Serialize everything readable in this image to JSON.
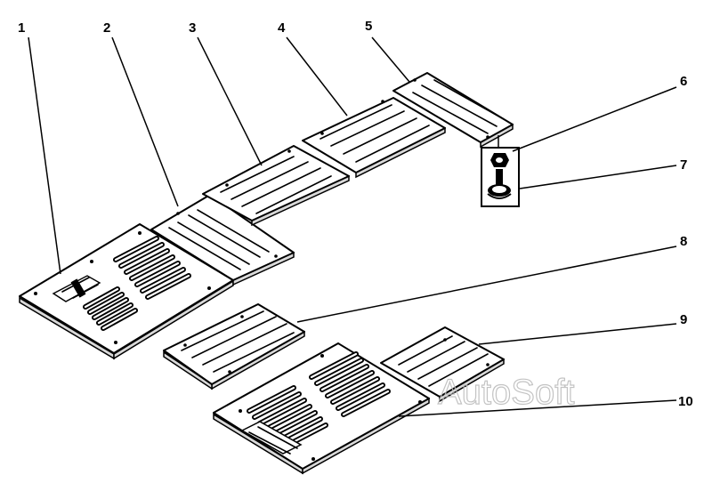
{
  "callouts": [
    {
      "id": "1",
      "label": "1"
    },
    {
      "id": "2",
      "label": "2"
    },
    {
      "id": "3",
      "label": "3"
    },
    {
      "id": "4",
      "label": "4"
    },
    {
      "id": "5",
      "label": "5"
    },
    {
      "id": "6",
      "label": "6"
    },
    {
      "id": "7",
      "label": "7"
    },
    {
      "id": "8",
      "label": "8"
    },
    {
      "id": "9",
      "label": "9"
    },
    {
      "id": "10",
      "label": "10"
    }
  ],
  "watermark": "AutoSoft"
}
